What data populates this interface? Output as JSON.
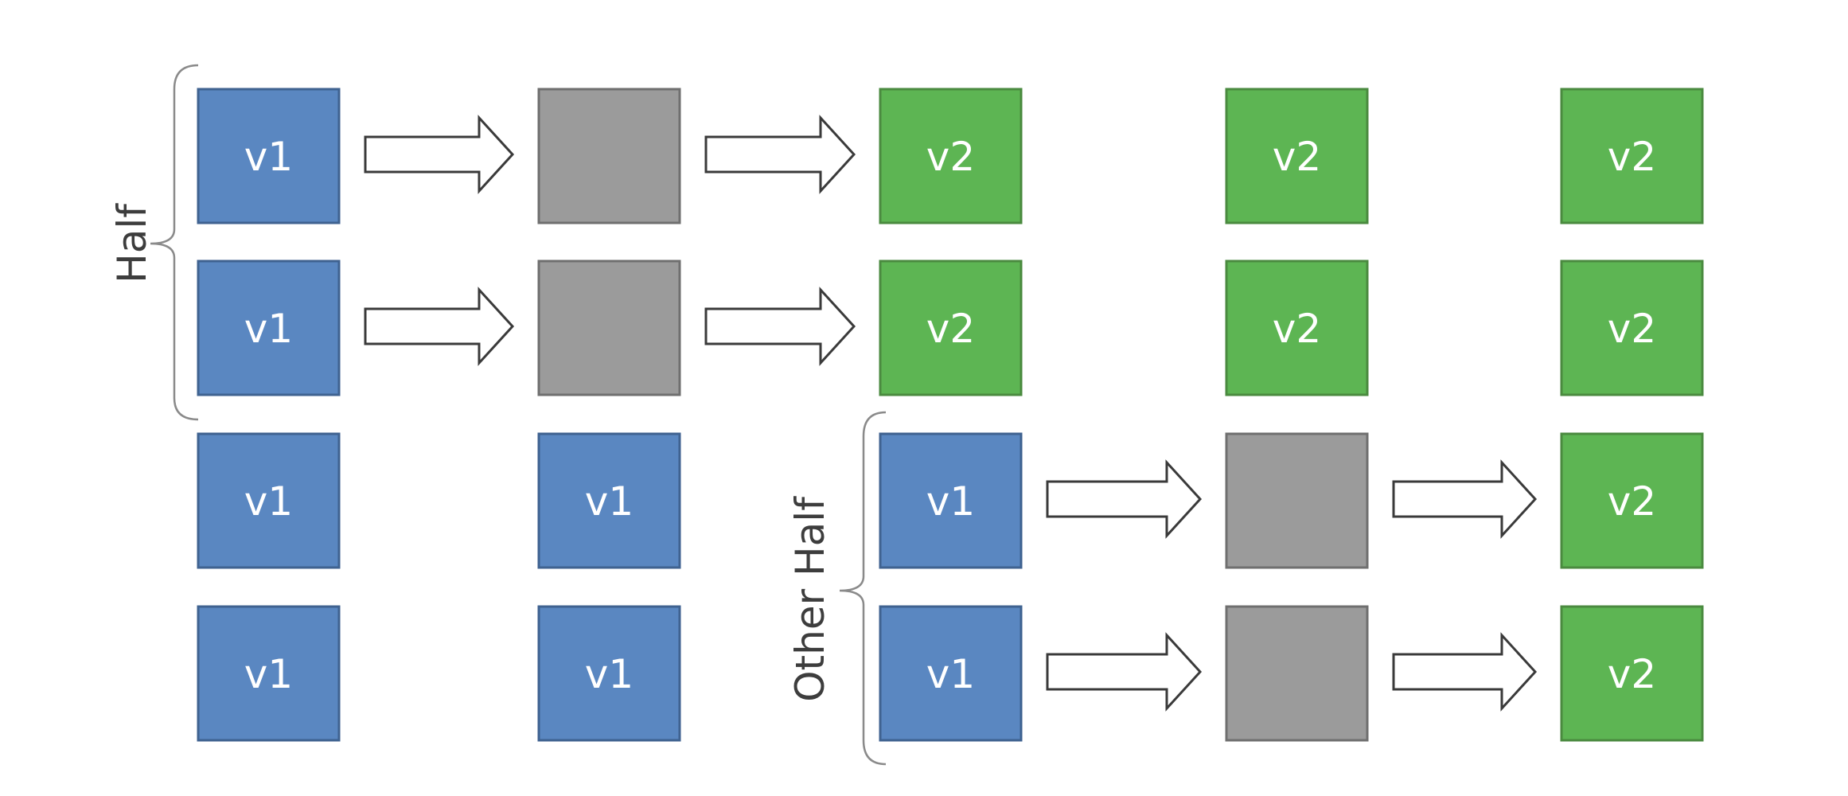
{
  "colors": {
    "v1_fill": "#5a87c1",
    "v1_stroke": "#3f6290",
    "v2_fill": "#5db553",
    "v2_stroke": "#4a8a3f",
    "pending_fill": "#9b9b9b",
    "pending_stroke": "#6f6f6f",
    "arrow_stroke": "#3a3a3a",
    "bracket_stroke": "#8a8a8a"
  },
  "groups": {
    "first": {
      "label": "Half"
    },
    "second": {
      "label": "Other Half"
    }
  },
  "stages": [
    [
      "v1",
      "v1",
      "v1",
      "v1"
    ],
    [
      "",
      "",
      "v1",
      "v1"
    ],
    [
      "v2",
      "v2",
      "v1",
      "v1"
    ],
    [
      "v2",
      "v2",
      "",
      ""
    ],
    [
      "v2",
      "v2",
      "v2",
      "v2"
    ]
  ]
}
